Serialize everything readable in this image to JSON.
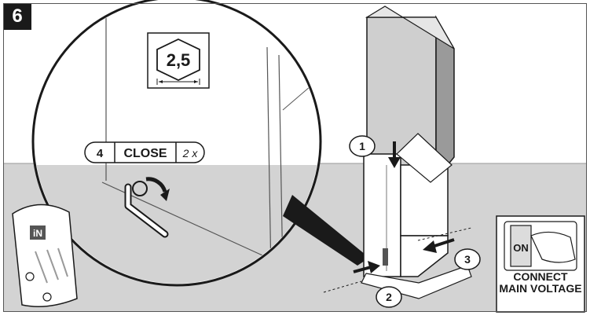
{
  "step_number": "6",
  "hex_tool": {
    "size": "2,5"
  },
  "close_instruction": {
    "step": "4",
    "action": "CLOSE",
    "count": "2 x"
  },
  "callouts": [
    "1",
    "2",
    "3"
  ],
  "device_logo": "iN",
  "switch": {
    "state": "ON",
    "caption_line1": "CONNECT",
    "caption_line2": "MAIN VOLTAGE"
  },
  "colors": {
    "floor": "#d3d3d3",
    "wall": "#ffffff",
    "line": "#2a2a2a",
    "panel": "#cfcfcf",
    "badge": "#1a1a1a"
  }
}
